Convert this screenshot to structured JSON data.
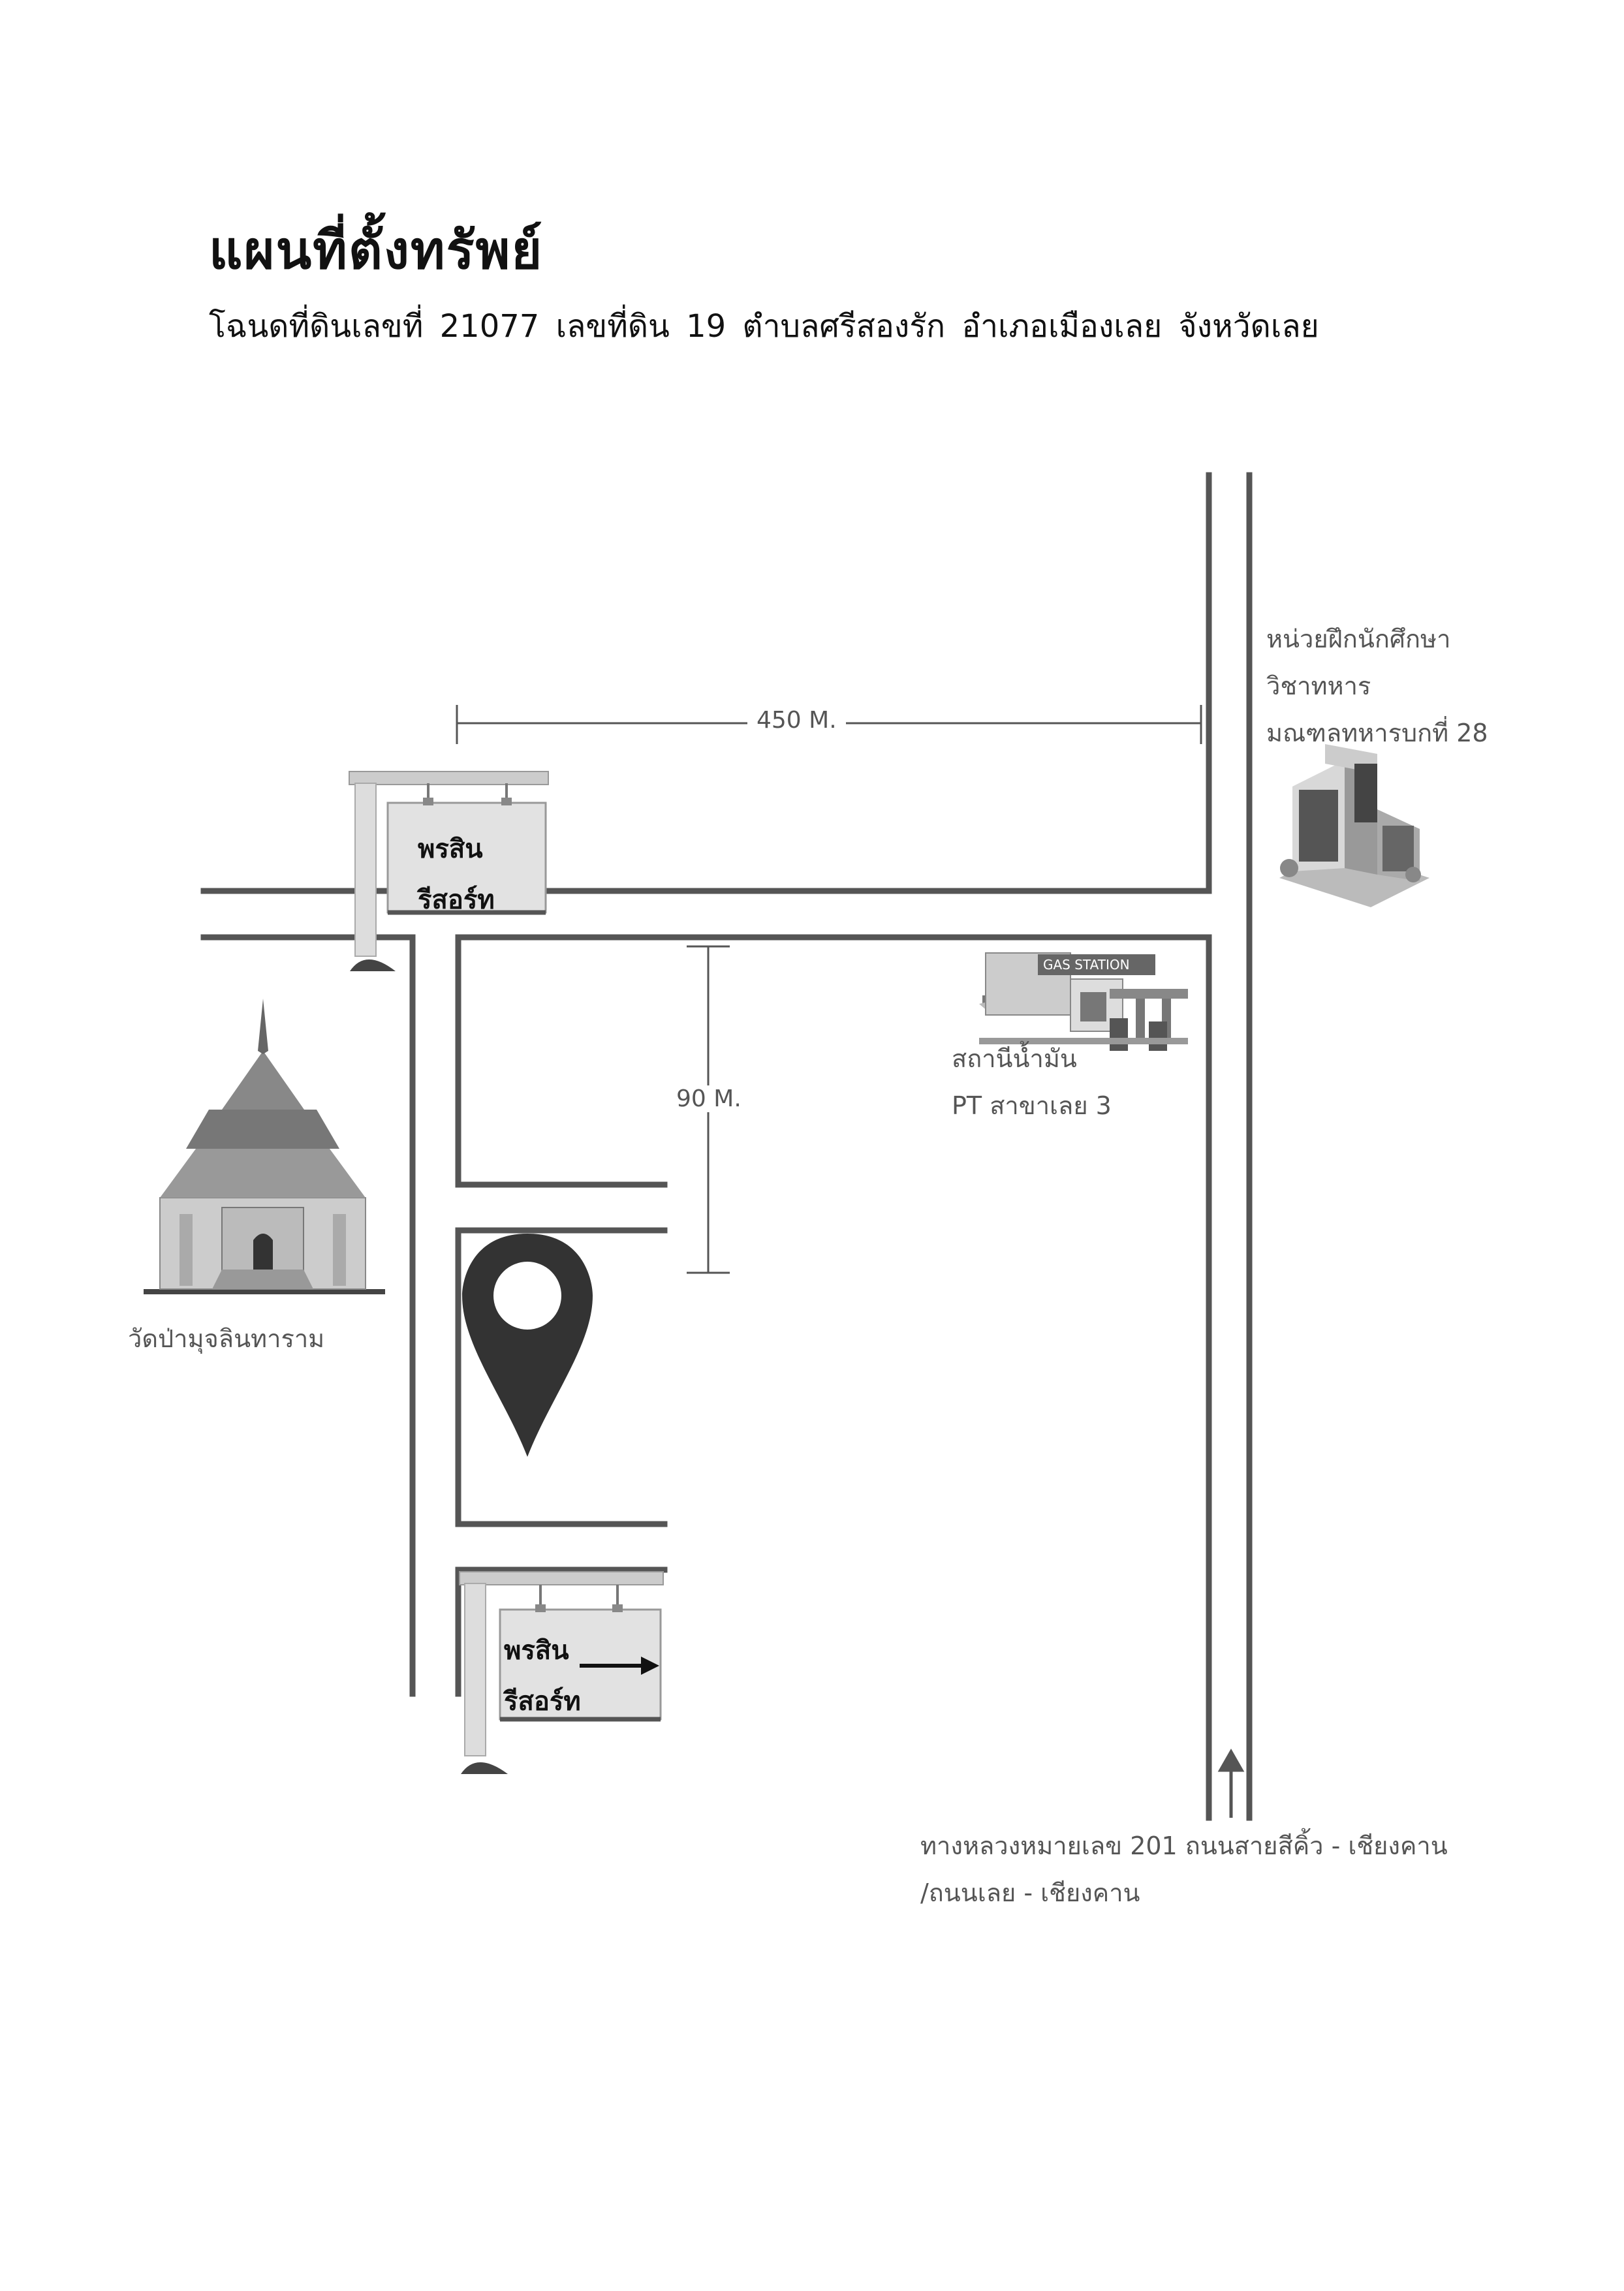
{
  "header": {
    "title": "แผนที่ตั้งทรัพย์",
    "subtitle": "โฉนดที่ดินเลขที่ 21077  เลขที่ดิน 19  ตำบลศรีสองรัก  อำเภอเมืองเลย  จังหวัดเลย"
  },
  "map": {
    "distance_horizontal": "450 M.",
    "distance_vertical": "90 M.",
    "sign_top": {
      "line1": "พรสิน",
      "line2": "รีสอร์ท"
    },
    "sign_bottom": {
      "line1": "พรสิน",
      "line2": "รีสอร์ท"
    },
    "military_unit": {
      "line1": "หน่วยฝึกนักศึกษา",
      "line2": "วิชาทหาร",
      "line3": "มณฑลทหารบกที่ 28"
    },
    "gas_station": {
      "sign": "GAS STATION",
      "line1": "สถานีน้ำมัน",
      "line2": "PT สาขาเลย 3"
    },
    "temple": {
      "name": "วัดป่ามุจลินทาราม"
    },
    "highway": {
      "line1": "ทางหลวงหมายเลข 201  ถนนสายสีคิ้ว - เชียงคาน",
      "line2": "/ถนนเลย - เชียงคาน"
    }
  }
}
